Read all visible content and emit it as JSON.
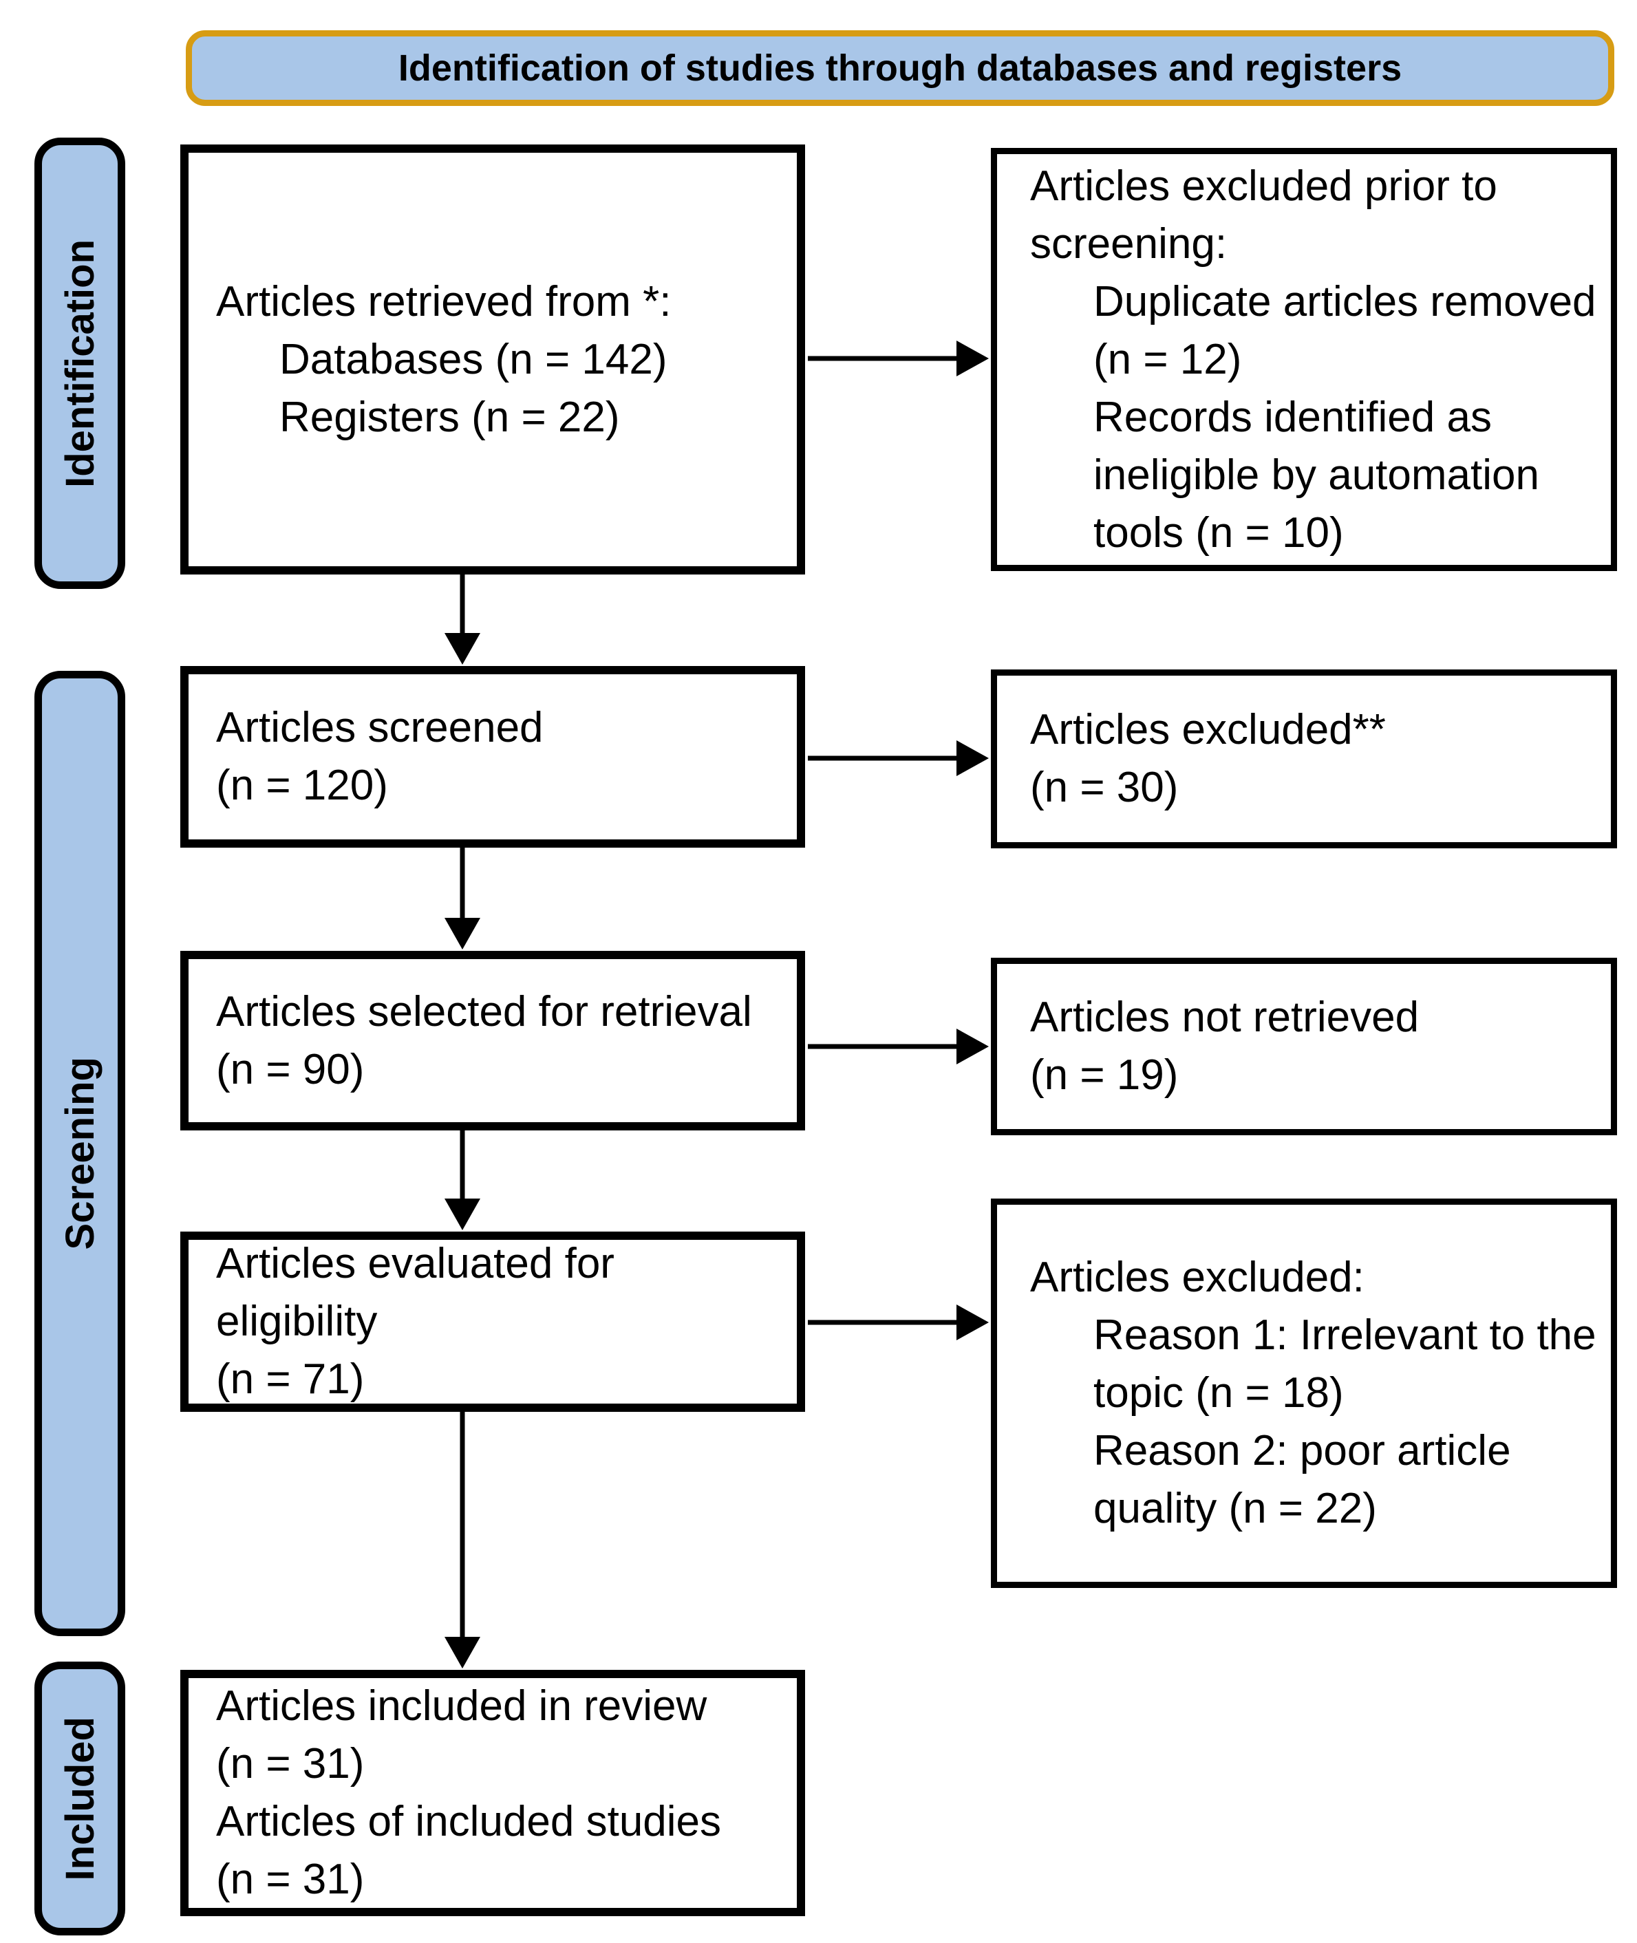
{
  "title": {
    "label": "Identification of studies through databases and registers"
  },
  "colors": {
    "banner_fill": "#A9C6E8",
    "banner_border": "#D79C14",
    "sidebar_fill": "#A9C6E8",
    "box_border": "#000000",
    "background": "#FFFFFF",
    "text": "#000000"
  },
  "sidebar": {
    "items": [
      {
        "label": "Identification"
      },
      {
        "label": "Screening"
      },
      {
        "label": "Included"
      }
    ]
  },
  "flow": {
    "left_boxes": [
      {
        "name": "articles-retrieved",
        "lines": [
          {
            "text": "Articles retrieved from *:",
            "indent": false
          },
          {
            "text": "Databases (n = 142)",
            "indent": true
          },
          {
            "text": "Registers (n = 22)",
            "indent": true
          }
        ]
      },
      {
        "name": "articles-screened",
        "lines": [
          {
            "text": "Articles screened",
            "indent": false
          },
          {
            "text": "(n = 120)",
            "indent": false
          }
        ]
      },
      {
        "name": "articles-selected-for-retrieval",
        "lines": [
          {
            "text": "Articles selected for retrieval",
            "indent": false
          },
          {
            "text": "(n = 90)",
            "indent": false
          }
        ]
      },
      {
        "name": "articles-evaluated-for-eligibility",
        "lines": [
          {
            "text": "Articles evaluated for",
            "indent": false
          },
          {
            "text": "eligibility",
            "indent": false
          },
          {
            "text": "(n = 71)",
            "indent": false
          }
        ]
      },
      {
        "name": "articles-included",
        "lines": [
          {
            "text": "Articles included in review",
            "indent": false
          },
          {
            "text": "(n = 31)",
            "indent": false
          },
          {
            "text": "Articles of included studies",
            "indent": false
          },
          {
            "text": "(n = 31)",
            "indent": false
          }
        ]
      }
    ],
    "right_boxes": [
      {
        "name": "articles-excluded-prior-to-screening",
        "lines": [
          {
            "text": "Articles excluded prior to",
            "indent": false
          },
          {
            "text": "screening:",
            "indent": false
          },
          {
            "text": "Duplicate articles removed",
            "indent": true
          },
          {
            "text": "(n = 12)",
            "indent": true
          },
          {
            "text": "Records identified as",
            "indent": true
          },
          {
            "text": "ineligible by automation",
            "indent": true
          },
          {
            "text": "tools (n = 10)",
            "indent": true
          }
        ]
      },
      {
        "name": "articles-excluded",
        "lines": [
          {
            "text": "Articles excluded**",
            "indent": false
          },
          {
            "text": "(n = 30)",
            "indent": false
          }
        ]
      },
      {
        "name": "articles-not-retrieved",
        "lines": [
          {
            "text": "Articles not retrieved",
            "indent": false
          },
          {
            "text": "(n = 19)",
            "indent": false
          }
        ]
      },
      {
        "name": "articles-excluded-reasons",
        "lines": [
          {
            "text": "Articles excluded:",
            "indent": false
          },
          {
            "text": "Reason 1: Irrelevant to the",
            "indent": true
          },
          {
            "text": "topic (n = 18)",
            "indent": true
          },
          {
            "text": "Reason 2: poor article",
            "indent": true
          },
          {
            "text": "quality (n = 22)",
            "indent": true
          }
        ]
      }
    ],
    "arrows": [
      {
        "name": "arrow-retrieved-to-excluded-prior"
      },
      {
        "name": "arrow-retrieved-to-screened"
      },
      {
        "name": "arrow-screened-to-excluded"
      },
      {
        "name": "arrow-screened-to-selected"
      },
      {
        "name": "arrow-selected-to-not-retrieved"
      },
      {
        "name": "arrow-selected-to-evaluated"
      },
      {
        "name": "arrow-evaluated-to-excluded-reasons"
      },
      {
        "name": "arrow-evaluated-to-included"
      }
    ]
  }
}
